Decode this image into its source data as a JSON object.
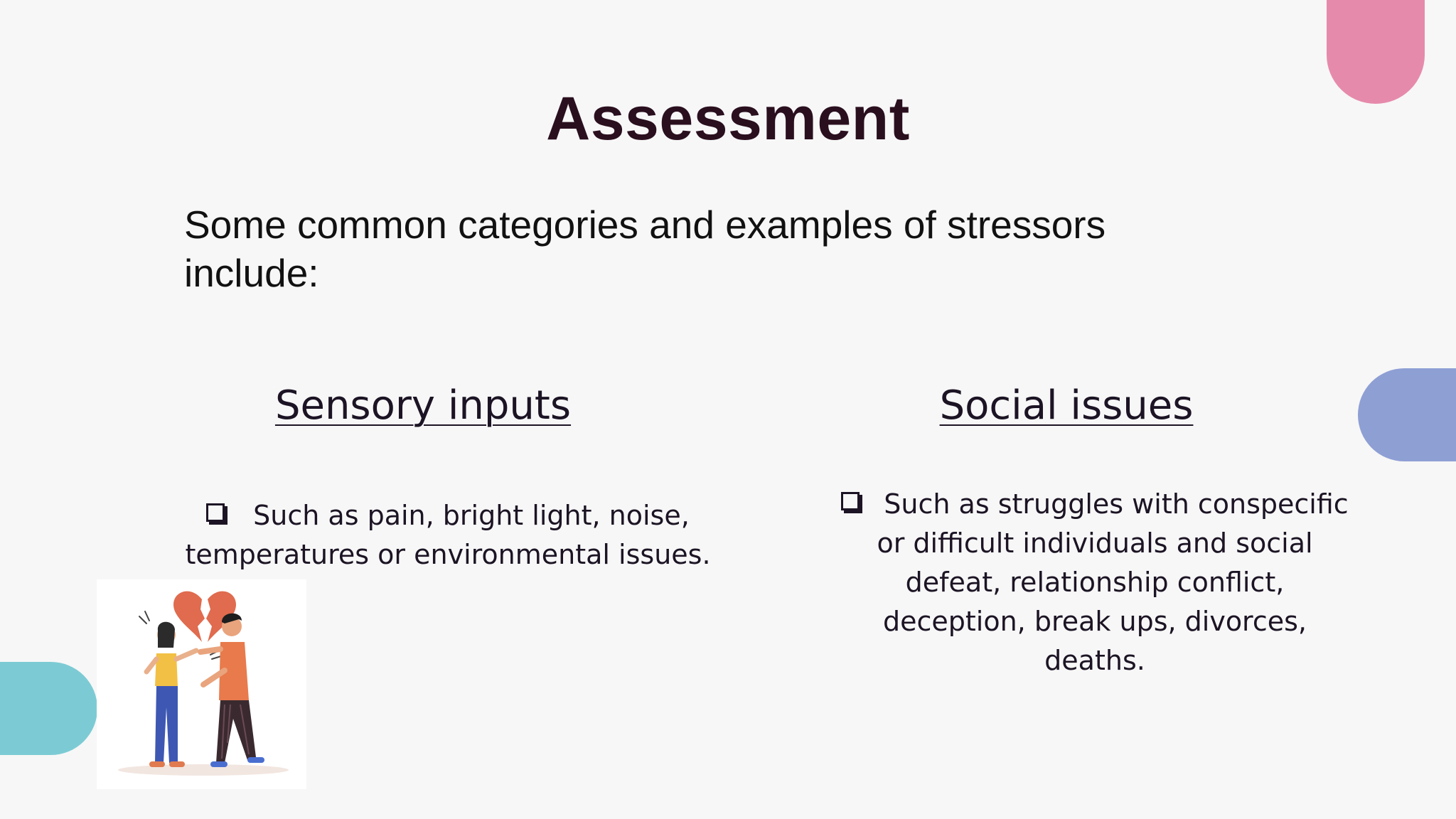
{
  "slide": {
    "title": "Assessment",
    "intro": "Some common categories and examples of stressors include:",
    "columns": [
      {
        "heading": "Sensory inputs",
        "bullet": "Such as pain, bright light, noise, temperatures or environmental issues."
      },
      {
        "heading": "Social issues",
        "bullet": "Such as struggles with conspecific or difficult individuals and social defeat, relationship conflict, deception, break ups, divorces, deaths."
      }
    ],
    "illustration_icon": "arguing-couple-broken-heart-icon",
    "bullet_icon": "checkbox-icon"
  },
  "colors": {
    "background": "#f7f7f7",
    "title": "#2a0f1f",
    "accent_pink": "#e68aab",
    "accent_blue": "#8e9fd4",
    "accent_teal": "#7ccbd4"
  }
}
